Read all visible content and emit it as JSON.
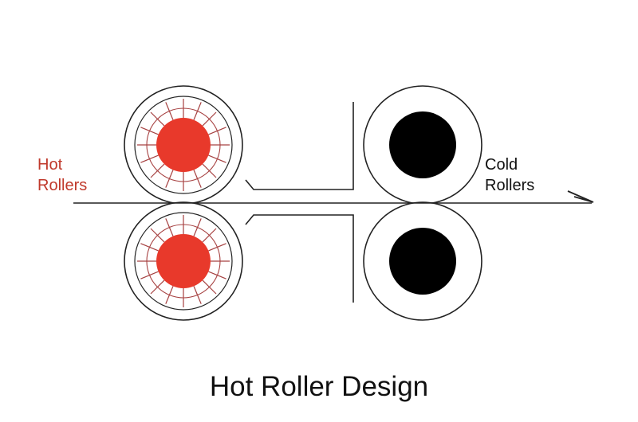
{
  "labels": {
    "hot_line1": "Hot",
    "hot_line2": "Rollers",
    "cold_line1": "Cold",
    "cold_line2": "Rollers"
  },
  "caption": "Hot Roller Design",
  "colors": {
    "hot_core": "#e8392b",
    "hot_label": "#c0392b",
    "cold_core": "#000000",
    "heat_lines": "#a64040",
    "outline": "#222222",
    "text": "#111111"
  },
  "rollers": [
    {
      "name": "hot-roller-top",
      "kind": "hot"
    },
    {
      "name": "hot-roller-bottom",
      "kind": "hot"
    },
    {
      "name": "cold-roller-top",
      "kind": "cold"
    },
    {
      "name": "cold-roller-bottom",
      "kind": "cold"
    }
  ]
}
